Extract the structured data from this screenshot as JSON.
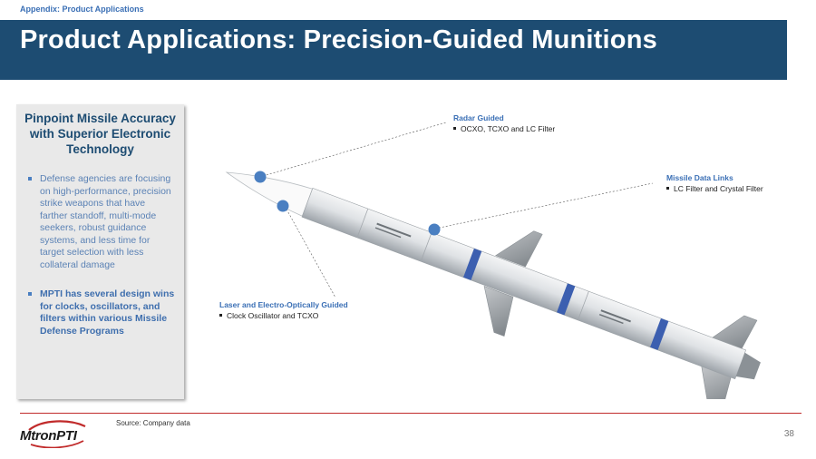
{
  "header": {
    "breadcrumb": "Appendix: Product Applications",
    "title": "Product Applications: Precision-Guided Munitions"
  },
  "side_panel": {
    "title": "Pinpoint Missile Accuracy with Superior Electronic Technology",
    "bullets": [
      "Defense agencies are focusing on high-performance, precision strike weapons that have farther standoff, multi-mode seekers, robust guidance systems, and less time for target selection with less collateral damage",
      "MPTI has several design wins for clocks, oscillators, and filters within various Missile Defense Programs"
    ]
  },
  "callouts": {
    "radar": {
      "title": "Radar Guided",
      "item": "OCXO, TCXO and LC Filter"
    },
    "data_links": {
      "title": "Missile Data Links",
      "item": "LC Filter and Crystal Filter"
    },
    "laser": {
      "title": "Laser and Electro-Optically Guided",
      "item": "Clock Oscillator and TCXO"
    }
  },
  "footer": {
    "logo_text": "MtronPTI",
    "source": "Source: Company data",
    "page_number": "38"
  },
  "colors": {
    "title_bar": "#1d4c72",
    "accent_blue": "#3a6fb5",
    "marker_blue": "#4a7fc1",
    "footer_line": "#c12b2b",
    "panel_bg": "#e9e9e9"
  }
}
